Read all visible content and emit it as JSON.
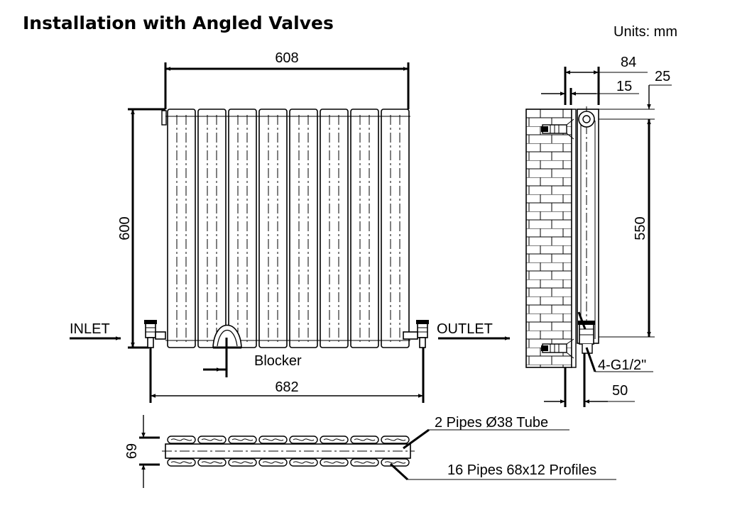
{
  "title": "Installation with Angled Valves",
  "units": "Units: mm",
  "front_view": {
    "width_top": "608",
    "height": "600",
    "width_bottom": "682",
    "inlet": "INLET",
    "outlet": "OUTLET",
    "blocker": "Blocker"
  },
  "side_view": {
    "depth": "84",
    "offset": "15",
    "top_offset": "25",
    "centers": "550",
    "connections": "4-G1/2\"",
    "wall_distance": "50"
  },
  "top_view": {
    "depth": "69",
    "pipes_label": "2 Pipes Ø38 Tube",
    "profiles_label": "16 Pipes 68x12 Profiles"
  }
}
